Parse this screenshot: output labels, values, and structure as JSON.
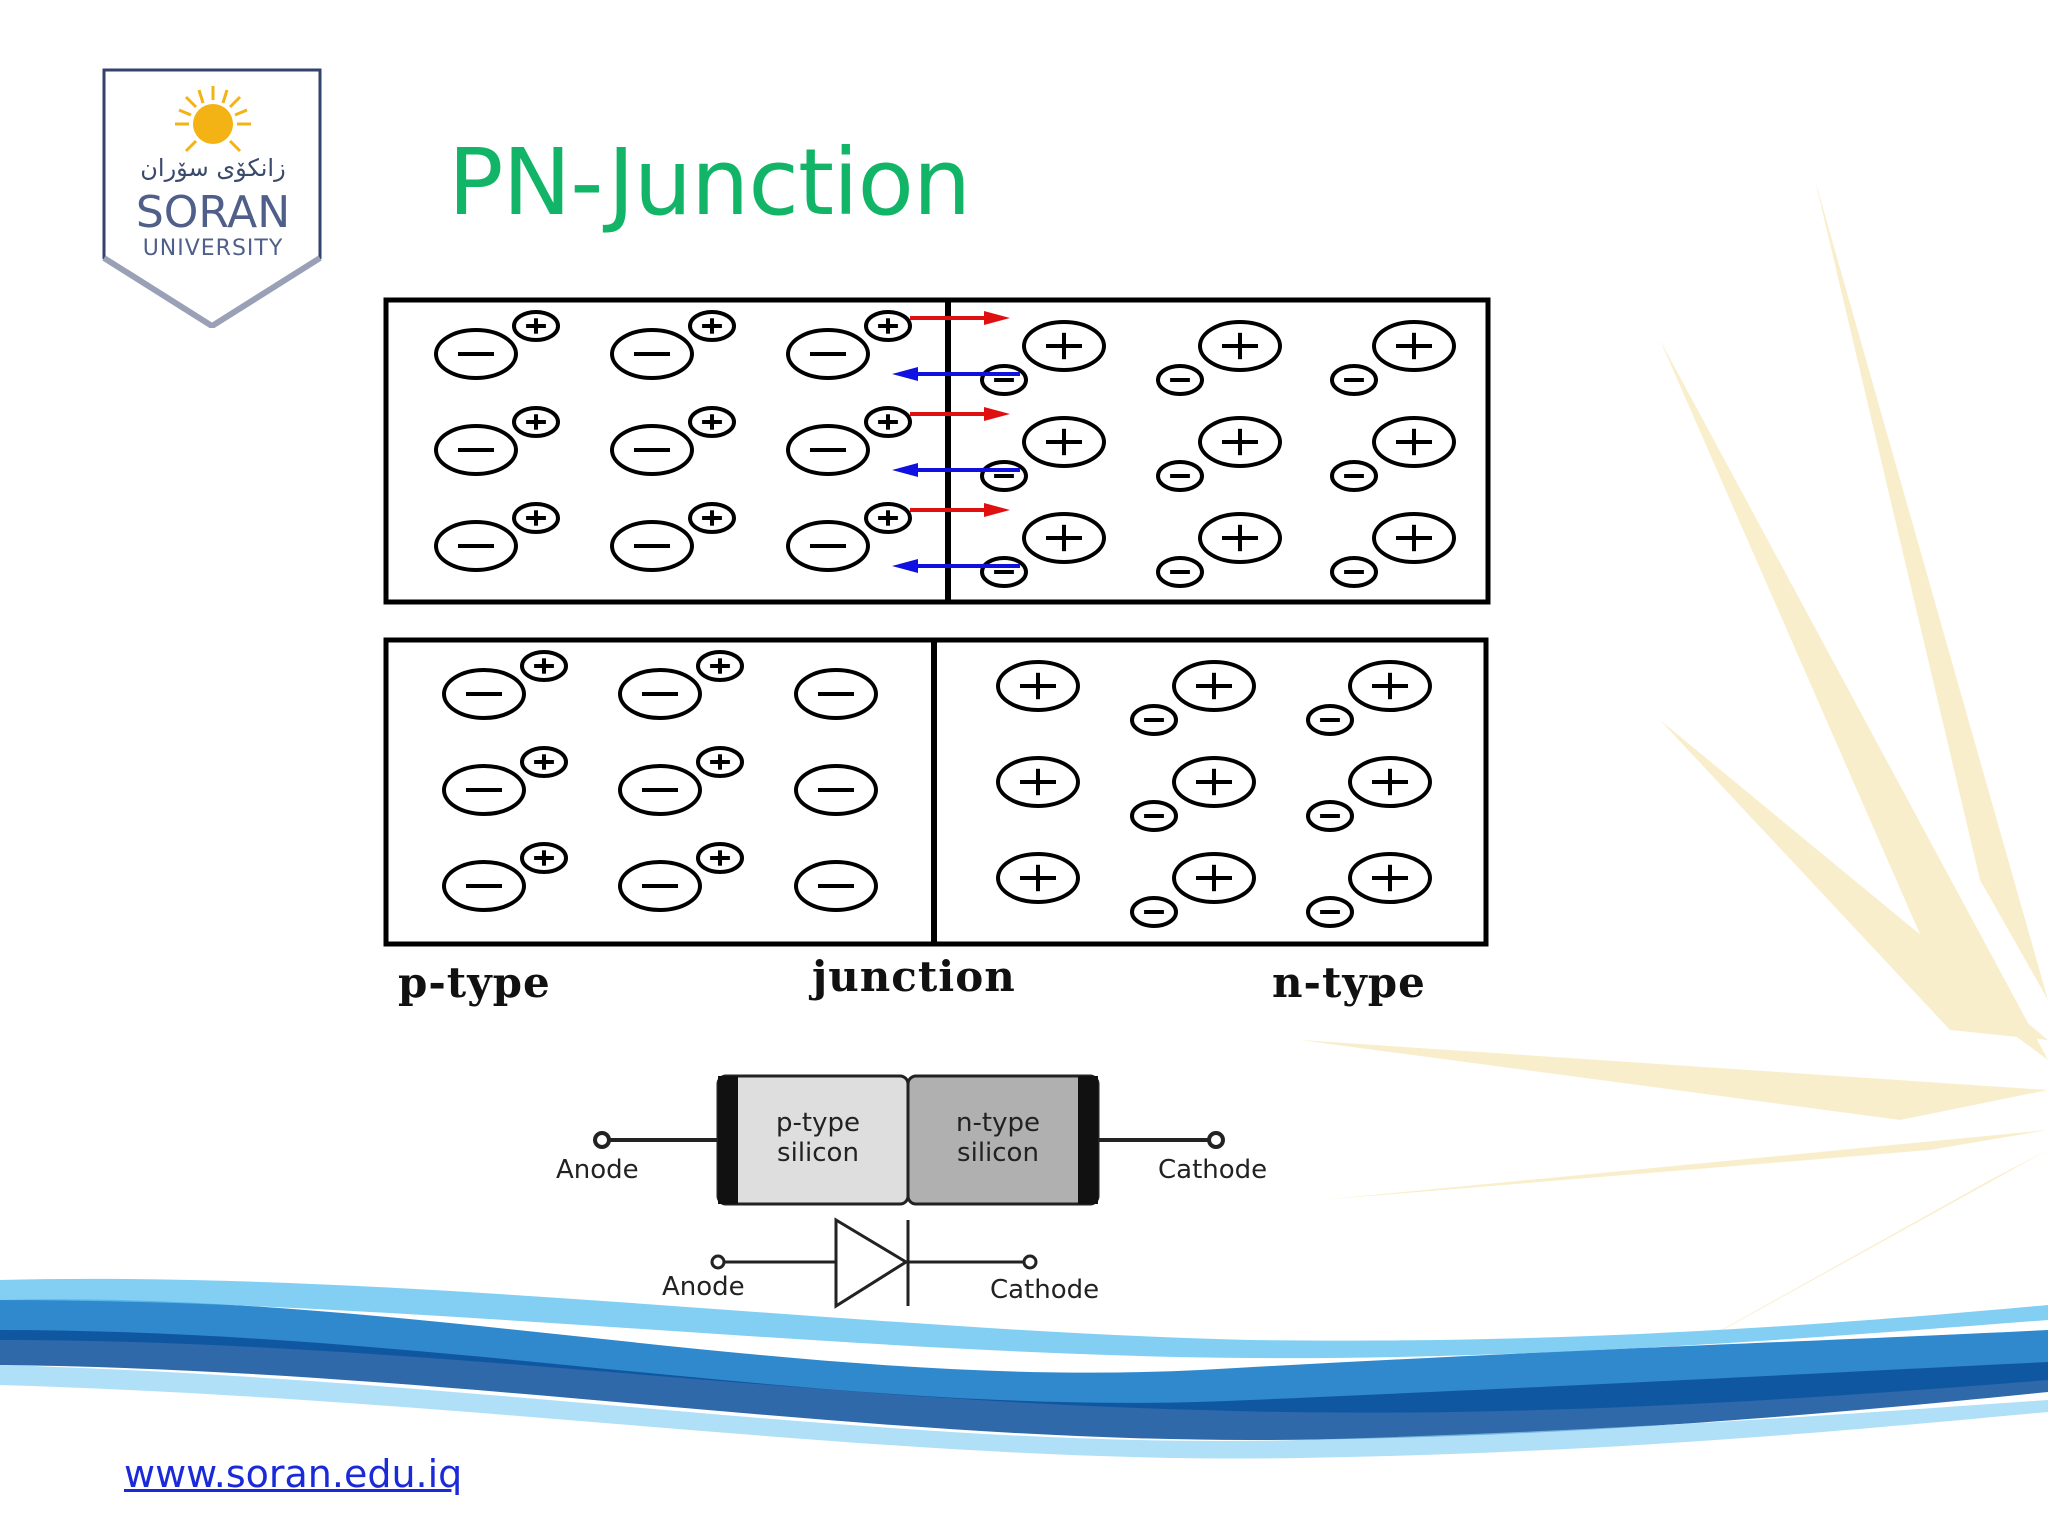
{
  "slide": {
    "title": "PN-Junction",
    "url": "www.soran.edu.iq"
  },
  "logo": {
    "arabic_text": "زانكۆی سۆران",
    "name": "SORAN",
    "subtitle": "UNIVERSITY"
  },
  "junction_diagram": {
    "left_label": "p-type",
    "center_label": "junction",
    "right_label": "n-type"
  },
  "diode_diagram": {
    "p_block_label_line1": "p-type",
    "p_block_label_line2": "silicon",
    "n_block_label_line1": "n-type",
    "n_block_label_line2": "silicon",
    "anode_label": "Anode",
    "cathode_label": "Cathode",
    "symbol_anode_label": "Anode",
    "symbol_cathode_label": "Cathode"
  },
  "colors": {
    "title": "#12b567",
    "arrow_red": "#e01010",
    "arrow_blue": "#1010e0",
    "p_block": "#dedede",
    "n_block": "#b0b0b0",
    "starburst": "#f7e9b8",
    "wave_blue": "#1c8fd6",
    "url": "#1a2ad8"
  }
}
